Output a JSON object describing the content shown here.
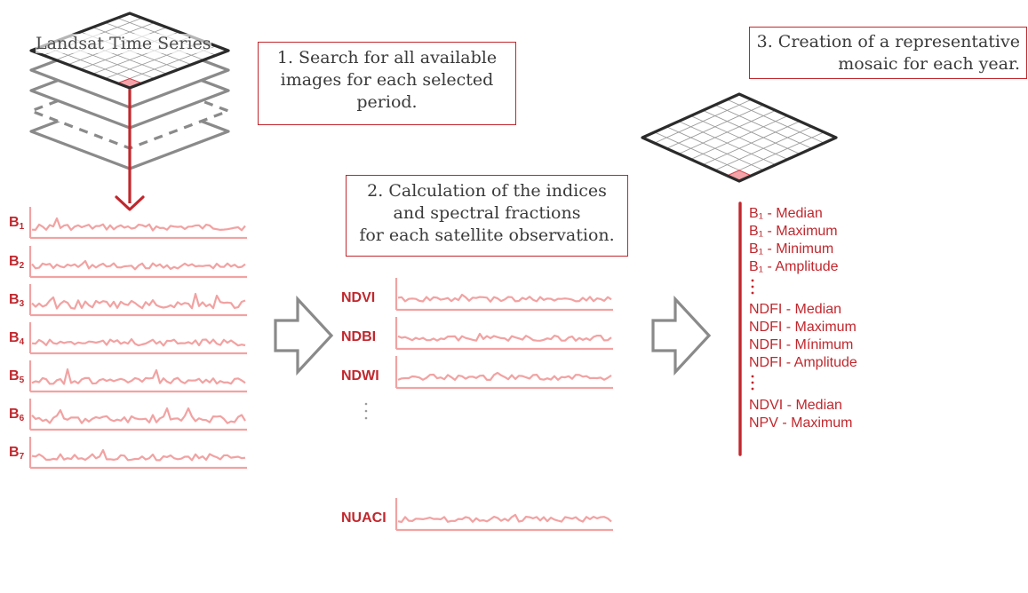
{
  "stack": {
    "title": "Landsat Time Series"
  },
  "steps": {
    "search": [
      "1. Search for all available",
      "images for each selected",
      "period."
    ],
    "calculation": [
      "2. Calculation of the indices",
      "and spectral fractions",
      "for each satellite observation."
    ],
    "mosaic": [
      "3. Creation of a representative",
      "mosaic for each year."
    ]
  },
  "bands": [
    {
      "label": "B",
      "sub": "1"
    },
    {
      "label": "B",
      "sub": "2"
    },
    {
      "label": "B",
      "sub": "3"
    },
    {
      "label": "B",
      "sub": "4"
    },
    {
      "label": "B",
      "sub": "5"
    },
    {
      "label": "B",
      "sub": "6"
    },
    {
      "label": "B",
      "sub": "7"
    }
  ],
  "indices": [
    "NDVI",
    "NDBI",
    "NDWI",
    "NUACI"
  ],
  "metrics": [
    "B₁ - Median",
    "B₁ - Maximum",
    "B₁ - Minimum",
    "B₁ - Amplitude",
    "NDFI - Median",
    "NDFI - Maximum",
    "NDFI - Mínimum",
    "NDFI - Amplitude",
    "NDVI - Median",
    "NPV - Maximum"
  ],
  "colors": {
    "accent": "#c1272d",
    "series": "#f2a2a2",
    "grid_frame": "#2b2b2b",
    "stack_gray": "#8a8a8a",
    "arrow_gray": "#8a8a8a"
  }
}
